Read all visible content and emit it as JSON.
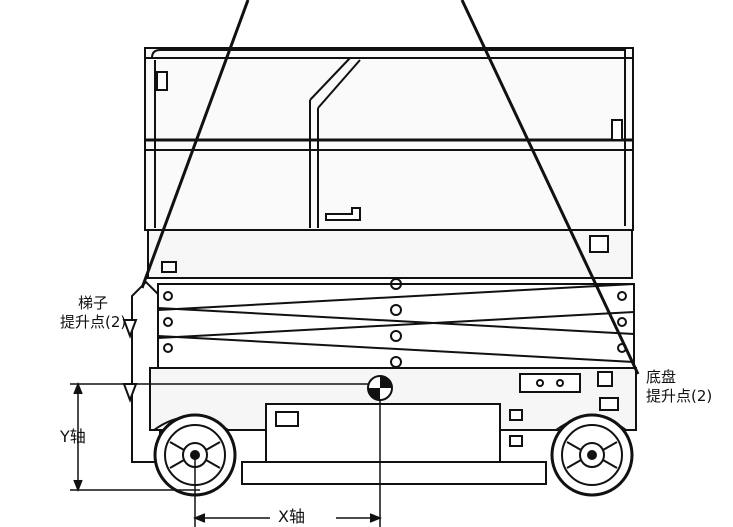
{
  "labels": {
    "ladder_lift_point": {
      "line1": "梯子",
      "line2": "提升点(2)"
    },
    "chassis_lift_point": {
      "line1": "底盘",
      "line2": "提升点(2)"
    },
    "y_axis": "Y轴",
    "x_axis": "X轴"
  },
  "colors": {
    "line": "#111111",
    "fill": "#f4f4f4",
    "background": "#ffffff"
  },
  "icons": {
    "center_of_gravity": "center-of-gravity-icon"
  }
}
